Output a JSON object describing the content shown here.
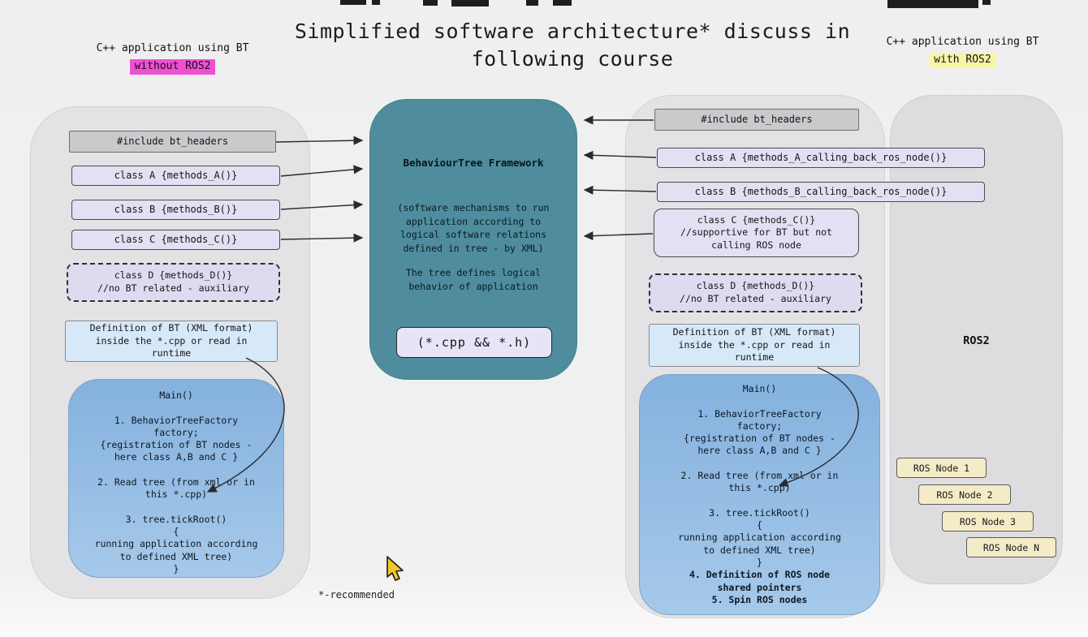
{
  "title": "Simplified software architecture* discuss in\nfollowing course",
  "footnote": "*-recommended",
  "left": {
    "header": "C++ application using BT",
    "highlight": "without ROS2",
    "include": "#include bt_headers",
    "class_a": "class A {methods_A()}",
    "class_b": "class B {methods_B()}",
    "class_c": "class C {methods_C()}",
    "class_d": "class D  {methods_D()}\n//no BT related - auxiliary",
    "definition": "Definition of BT (XML format)\ninside the *.cpp or read in\nruntime",
    "main": "Main()\n\n1. BehaviorTreeFactory\nfactory;\n{registration of BT nodes -\nhere class A,B and C }\n\n2. Read tree (from xml or in\nthis *.cpp)\n\n3. tree.tickRoot()\n{\nrunning application according\nto defined XML tree)\n}"
  },
  "center": {
    "title": "BehaviourTree Framework",
    "body1": "(software mechanisms to run\napplication according to\nlogical software relations\ndefined in tree - by XML)",
    "body2": "The tree defines logical\nbehavior of application",
    "badge": "(*.cpp  && *.h)"
  },
  "right": {
    "header": "C++ application using BT",
    "highlight": "with ROS2",
    "include": "#include bt_headers",
    "class_a": "class A {methods_A_calling_back_ros_node()}",
    "class_b": "class B {methods_B_calling_back_ros_node()}",
    "class_c": "class C {methods_C()}\n//supportive for BT but not\ncalling ROS node",
    "class_d": "class D  {methods_D()}\n//no BT related - auxiliary",
    "definition": "Definition of BT (XML format)\ninside the *.cpp or read in\nruntime",
    "main": "Main()\n\n1. BehaviorTreeFactory\nfactory;\n{registration of BT nodes -\nhere class A,B and C }\n\n2. Read tree (from xml or in\nthis *.cpp)\n\n3. tree.tickRoot()\n{\nrunning application according\nto defined XML tree)\n}",
    "main_bold": "4. Definition of ROS node\nshared pointers\n5. Spin ROS nodes"
  },
  "ros": {
    "label": "ROS2",
    "nodes": [
      "ROS Node 1",
      "ROS Node 2",
      "ROS Node 3",
      "ROS Node N"
    ]
  },
  "colors": {
    "framework_teal": "#4f8c9d",
    "magenta_highlight": "#f14fd3",
    "yellow_highlight": "#f7f6a6",
    "main_blue": "#8db7e1",
    "ros_node_fill": "#f4ebc7"
  }
}
